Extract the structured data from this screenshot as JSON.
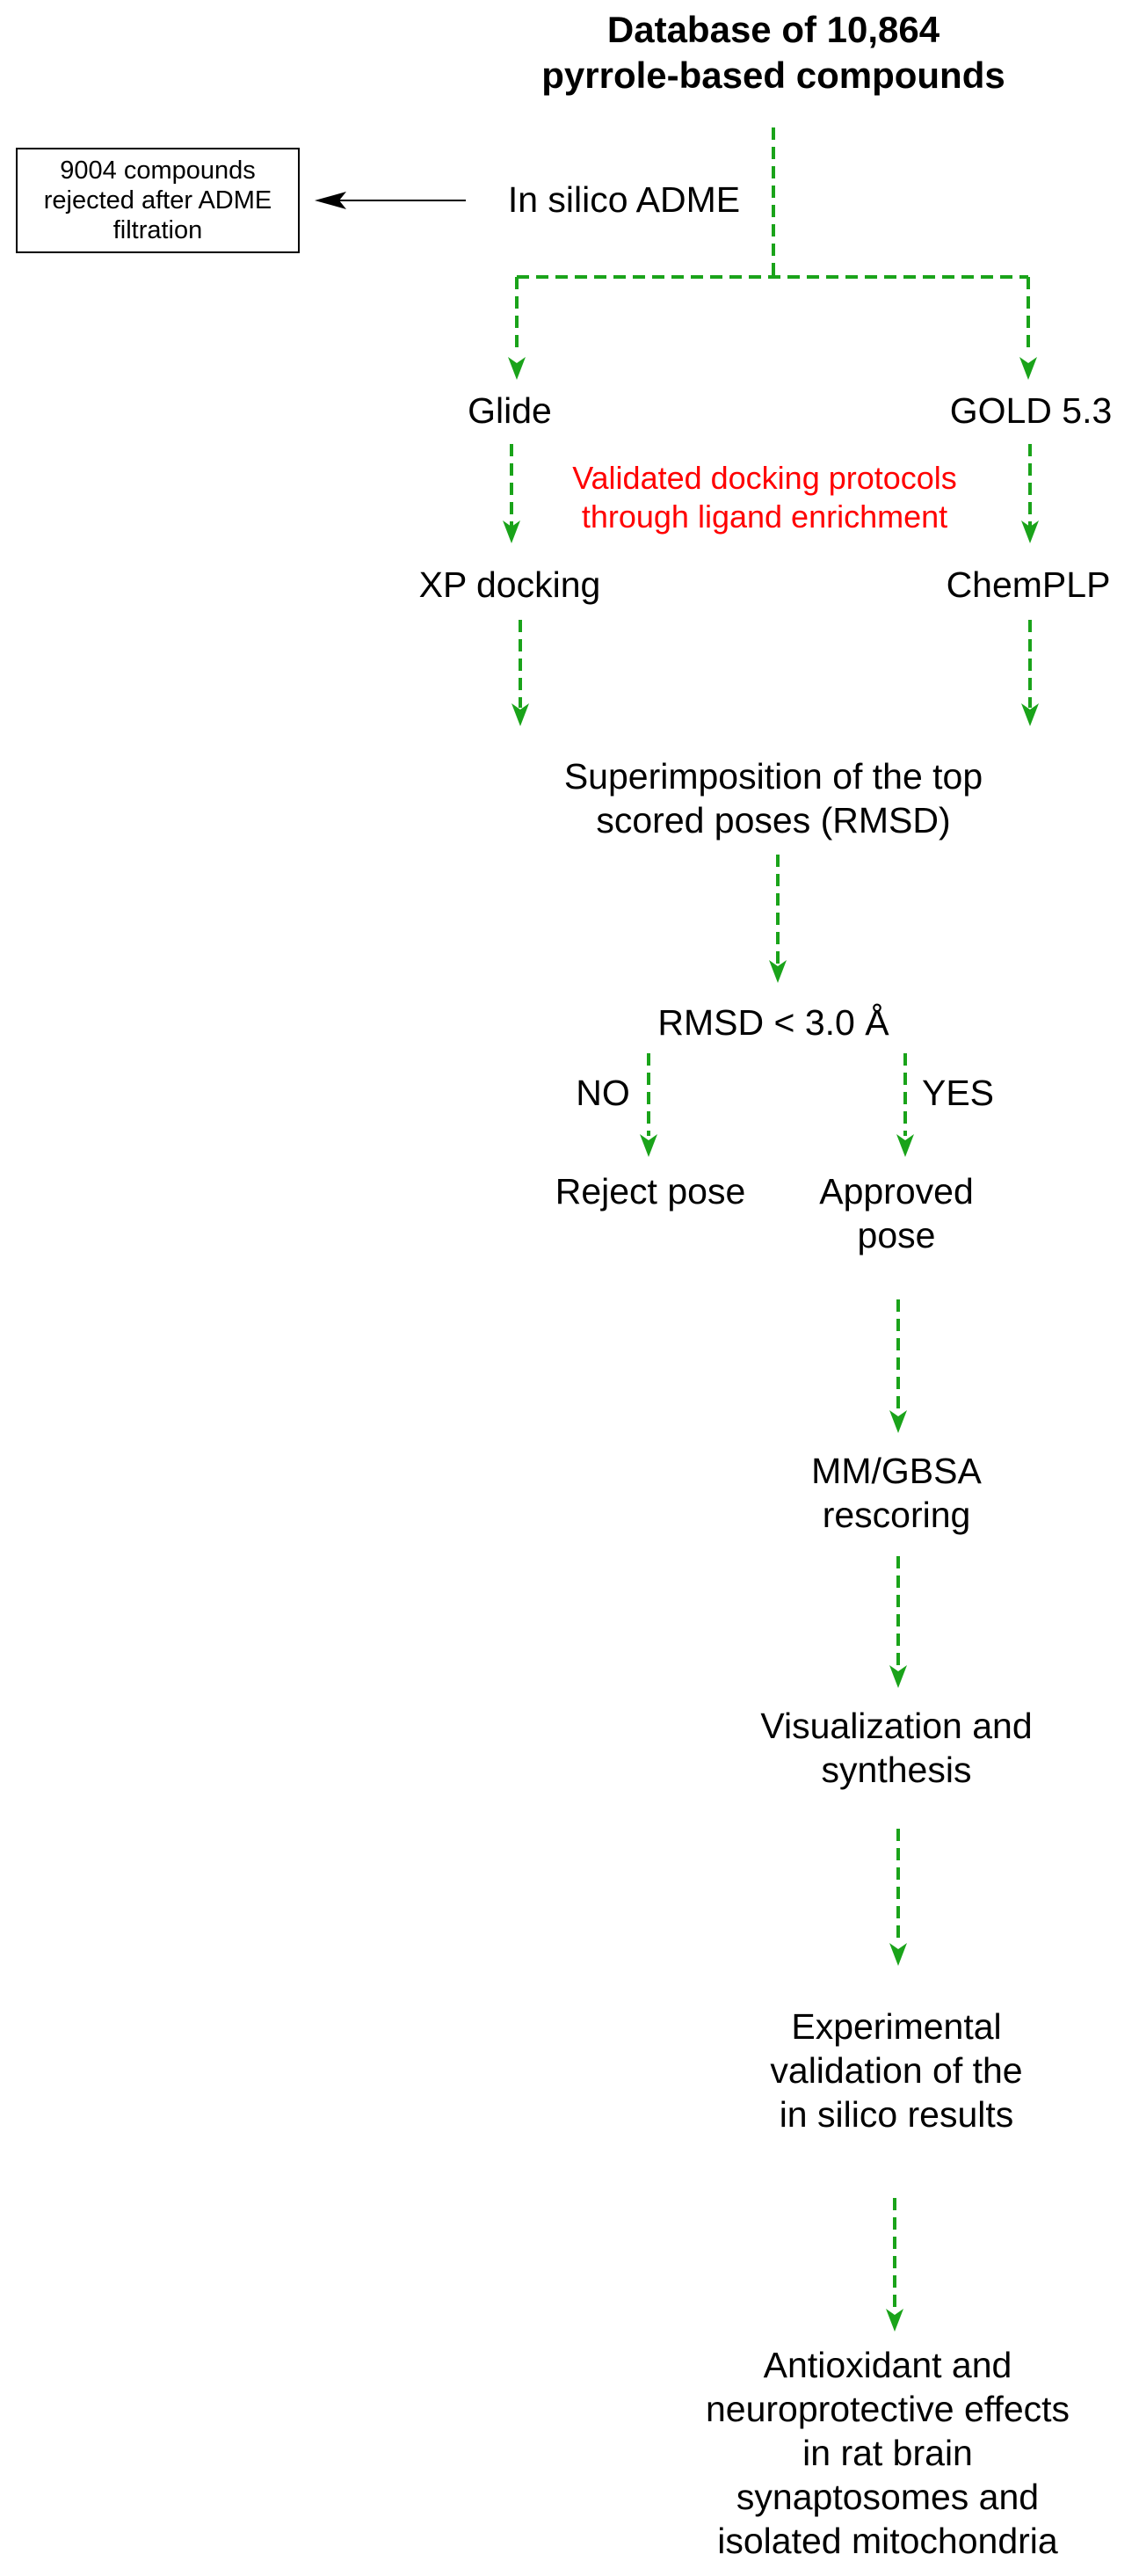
{
  "colors": {
    "connector": "#1aa31a",
    "note": "#ff0000",
    "text": "#000000",
    "arrow_black": "#000000"
  },
  "title": "Database of 10,864\npyrrole-based compounds",
  "adme": {
    "label": "In silico ADME",
    "rejected_box": "9004 compounds\nrejected after ADME\nfiltration"
  },
  "branches": {
    "left_program": "Glide",
    "right_program": "GOLD 5.3",
    "validation_note": "Validated docking protocols\nthrough ligand enrichment",
    "left_method": "XP docking",
    "right_method": "ChemPLP"
  },
  "superimposition": "Superimposition of the top\nscored poses (RMSD)",
  "decision": {
    "criterion": "RMSD < 3.0 Å",
    "no_label": "NO",
    "yes_label": "YES",
    "reject": "Reject pose",
    "approve": "Approved\npose"
  },
  "rescoring": "MM/GBSA\nrescoring",
  "visualization": "Visualization and\nsynthesis",
  "experimental": "Experimental\nvalidation of the\nin silico results",
  "final": "Antioxidant and\nneuroprotective effects\nin rat brain\nsynaptosomes and\nisolated mitochondria"
}
